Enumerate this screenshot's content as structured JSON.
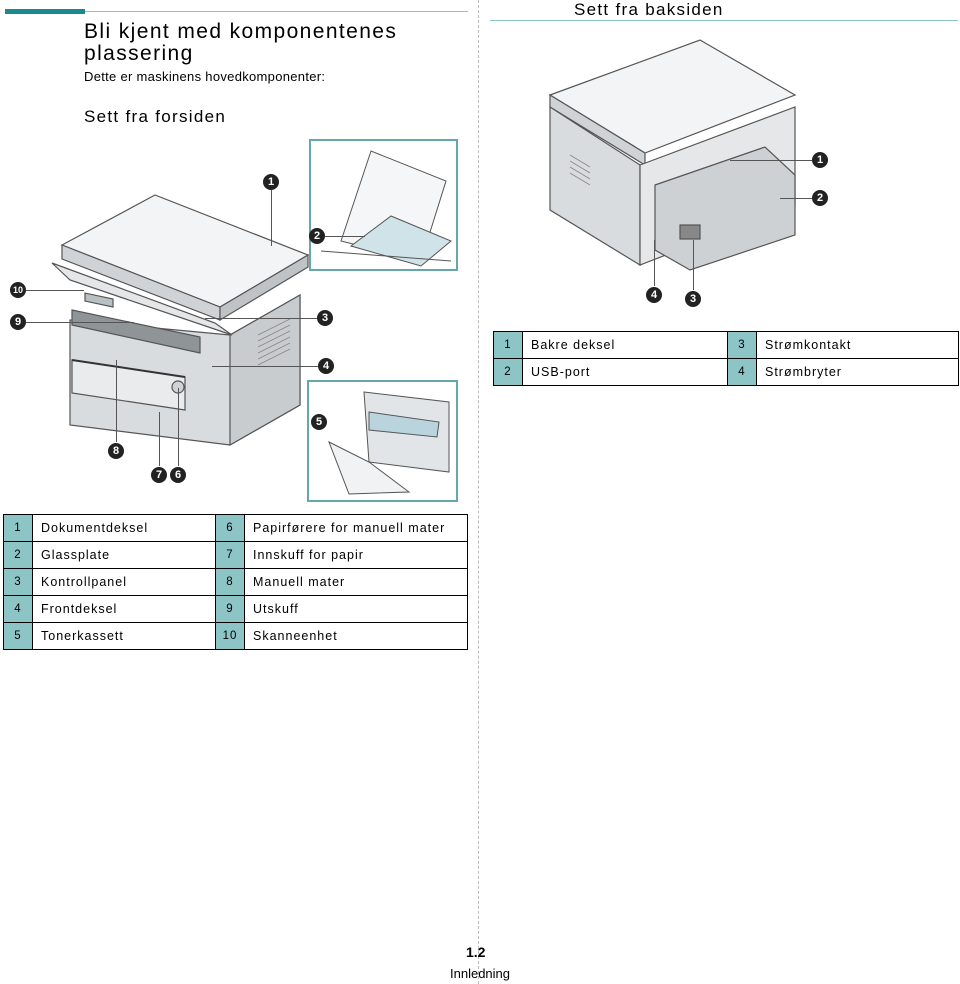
{
  "page": {
    "title": "Bli kjent med komponentenes plassering",
    "intro": "Dette er maskinens hovedkomponenter:",
    "front_heading": "Sett fra forsiden",
    "back_heading": "Sett fra baksiden",
    "page_number": "1.2",
    "section": "Innledning"
  },
  "front_callouts": [
    "1",
    "2",
    "3",
    "4",
    "5",
    "6",
    "7",
    "8",
    "9",
    "10"
  ],
  "back_callouts": [
    "1",
    "2",
    "3",
    "4"
  ],
  "front_table": {
    "left": [
      {
        "num": "1",
        "label": "Dokumentdeksel"
      },
      {
        "num": "2",
        "label": "Glassplate"
      },
      {
        "num": "3",
        "label": "Kontrollpanel"
      },
      {
        "num": "4",
        "label": "Frontdeksel"
      },
      {
        "num": "5",
        "label": "Tonerkassett"
      }
    ],
    "right": [
      {
        "num": "6",
        "label": "Papirførere for manuell mater"
      },
      {
        "num": "7",
        "label": "Innskuff for papir"
      },
      {
        "num": "8",
        "label": "Manuell mater"
      },
      {
        "num": "9",
        "label": "Utskuff"
      },
      {
        "num": "10",
        "label": "Skanneenhet"
      }
    ]
  },
  "back_table": {
    "left": [
      {
        "num": "1",
        "label": "Bakre deksel"
      },
      {
        "num": "2",
        "label": "USB-port"
      }
    ],
    "right": [
      {
        "num": "3",
        "label": "Strømkontakt"
      },
      {
        "num": "4",
        "label": "Strømbryter"
      }
    ]
  },
  "colors": {
    "accent": "#1b8a8c",
    "cell": "#8dc4c6",
    "frame": "#66a7ab"
  }
}
